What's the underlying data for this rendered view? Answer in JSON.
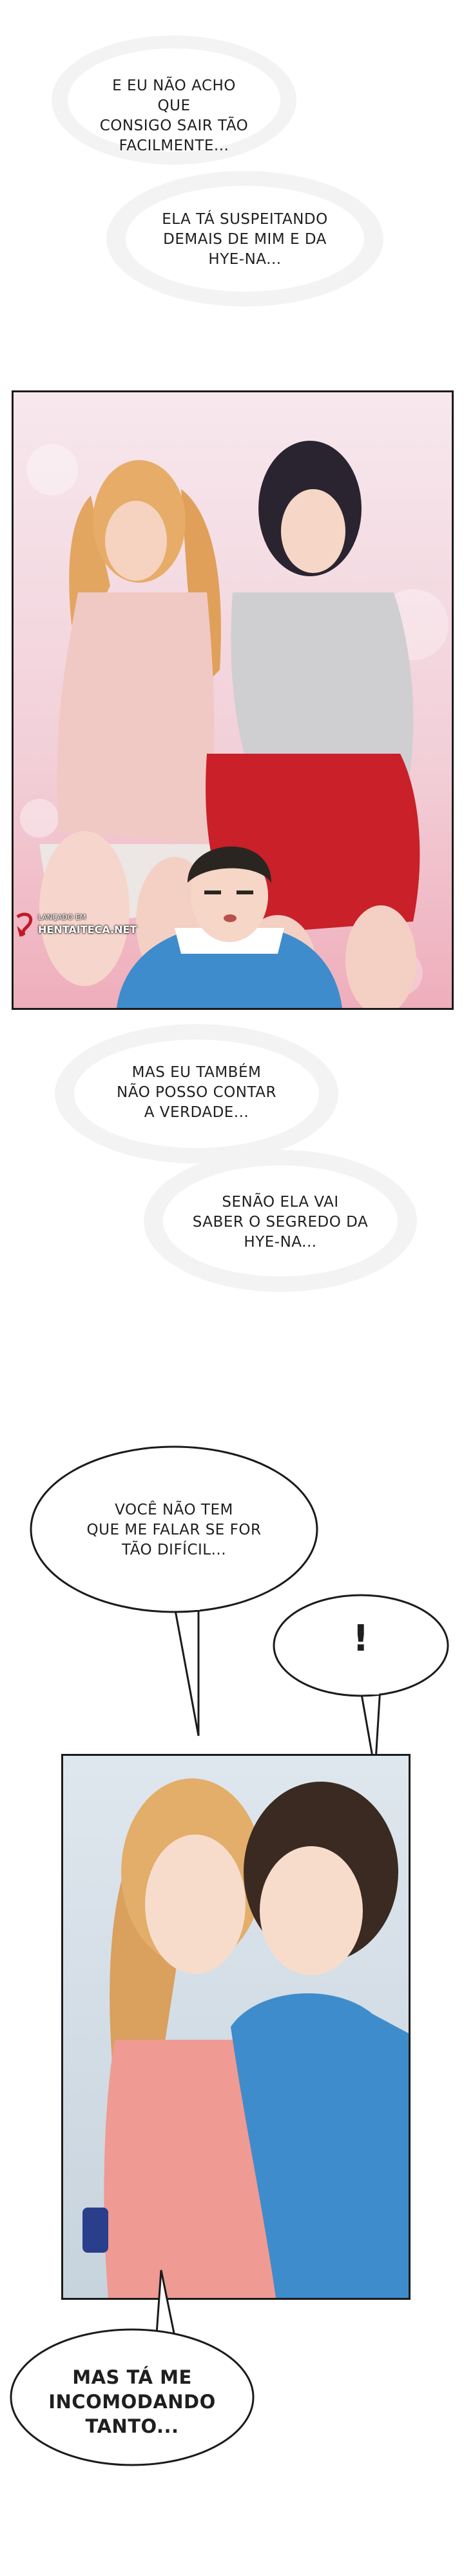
{
  "bubbles": {
    "b1": [
      "E EU NÃO ACHO QUE",
      "CONSIGO SAIR TÃO",
      "FACILMENTE..."
    ],
    "b2": [
      "ELA TÁ SUSPEITANDO",
      "DEMAIS DE MIM E DA",
      "HYE-NA..."
    ],
    "b3": [
      "MAS EU TAMBÉM",
      "NÃO POSSO CONTAR",
      "A VERDADE..."
    ],
    "b4": [
      "SENÃO ELA VAI",
      "SABER O SEGREDO DA",
      "HYE-NA..."
    ],
    "b5": [
      "VOCÊ NÃO TEM",
      "QUE ME FALAR SE FOR",
      "TÃO DIFÍCIL..."
    ],
    "b6": [
      "!"
    ],
    "b7": [
      "MAS TÁ ME",
      "INCOMODANDO",
      "TANTO..."
    ]
  },
  "credit": {
    "line1": "LANÇADO EM",
    "line2": "HENTAITECA.NET"
  },
  "colors": {
    "panel_bg_top": "#f4dfe8",
    "panel_bg_bottom": "#f0b6c0",
    "red_skirt": "#c9202a",
    "blue_shirt": "#3f8ccc",
    "hair_blonde": "#e0a65e",
    "hair_dark": "#2a2430"
  }
}
